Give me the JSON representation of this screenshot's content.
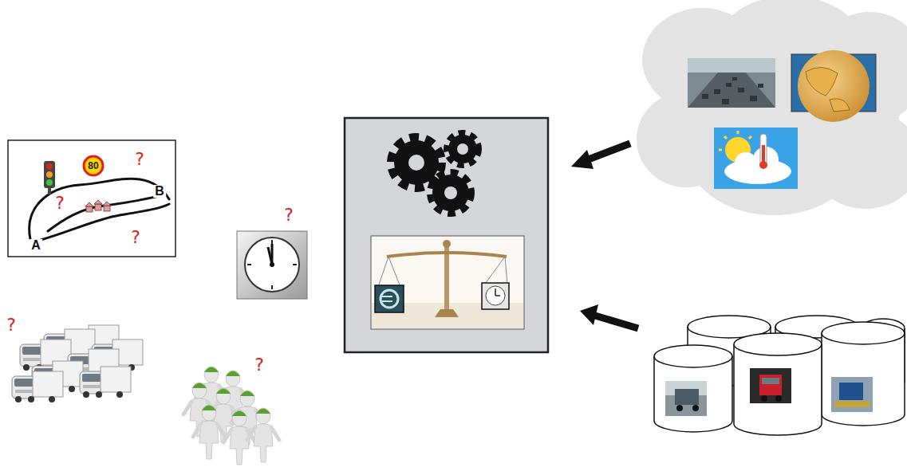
{
  "diagram": {
    "nodes": [
      {
        "text": [
          "?",
          "80",
          "B",
          "?",
          "?",
          "A"
        ]
      }
    ],
    "labels": [
      "?",
      "?",
      "?"
    ]
  }
}
